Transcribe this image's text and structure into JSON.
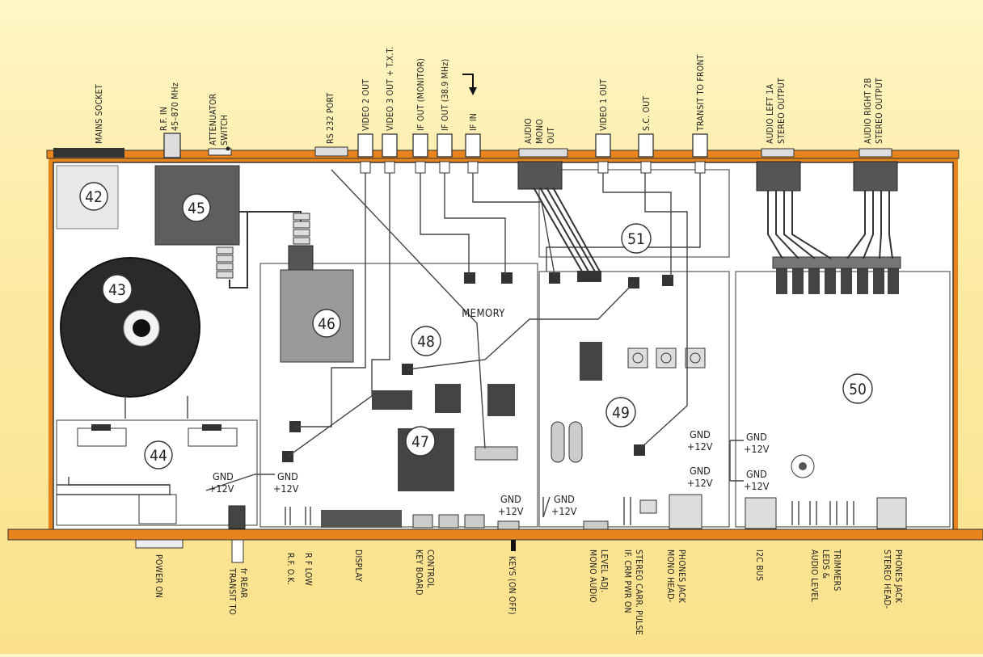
{
  "top_labels": {
    "mains_socket": "MAINS SOCKET",
    "rf_in_1": "R.F. IN",
    "rf_in_2": "45–870 MHz",
    "attenuator_1": "ATTENUATOR",
    "attenuator_2": "SWITCH",
    "rs232": "RS 232 PORT",
    "video2": "VIDEO 2 OUT",
    "video3": "VIDEO 3 OUT + T.X.T.",
    "if_monitor": "IF OUT (MONITOR)",
    "if_out": "IF OUT (38.9 MHz)",
    "if_in": "IF IN",
    "audio_mono_1": "AUDIO",
    "audio_mono_2": "MONO",
    "audio_mono_3": "OUT",
    "video1": "VIDEO 1 OUT",
    "sc_out": "S.C. OUT",
    "transit_front": "TRANSIT TO FRONT",
    "audio_left_1": "AUDIO LEFT 1A",
    "audio_left_2": "STEREO OUTPUT",
    "audio_right_1": "AUDIO RIGHT 2B",
    "audio_right_2": "STEREO OUTPUT"
  },
  "bottom_labels": {
    "power_on": "POWER ON",
    "transit_rear_1": "TRANSIT TO",
    "transit_rear_2": "fr REAR",
    "rf_ok": "R.F. O.K.",
    "rf_low": "R F LOW",
    "display": "DISPLAY",
    "keyboard_1": "KEY BOARD",
    "keyboard_2": "CONTROL",
    "keys": "KEYS (ON OFF)",
    "mono_audio_1": "MONO AUDIO",
    "mono_audio_2": "LEVEL ADJ.",
    "fm_pwr_1": "IF. CRM PWR ON",
    "fm_pwr_2": "STEREO CARR. PULSE",
    "mono_head_1": "MONO HEAD-",
    "mono_head_2": "PHONES JACK",
    "i2c": "I2C BUS",
    "audio_level_1": "AUDIO LEVEL",
    "audio_level_2": "LEDS &",
    "audio_level_3": "TRIMMERS",
    "stereo_head_1": "STEREO HEAD-",
    "stereo_head_2": "PHONES JACK"
  },
  "board_labels": {
    "gnd": "GND",
    "p12v": "+12V",
    "memory": "MEMORY"
  },
  "part_numbers": {
    "n42": "42",
    "n43": "43",
    "n44": "44",
    "n45": "45",
    "n46": "46",
    "n47": "47",
    "n48": "48",
    "n49": "49",
    "n50": "50",
    "n51": "51"
  },
  "colors": {
    "background": "#fde9a0",
    "chassis_rail": "#e8841c",
    "chassis_interior": "#ffffff",
    "board_fill": "#eceef0",
    "transformer": "#2a2a2a",
    "shield": "#5e5e5e"
  }
}
